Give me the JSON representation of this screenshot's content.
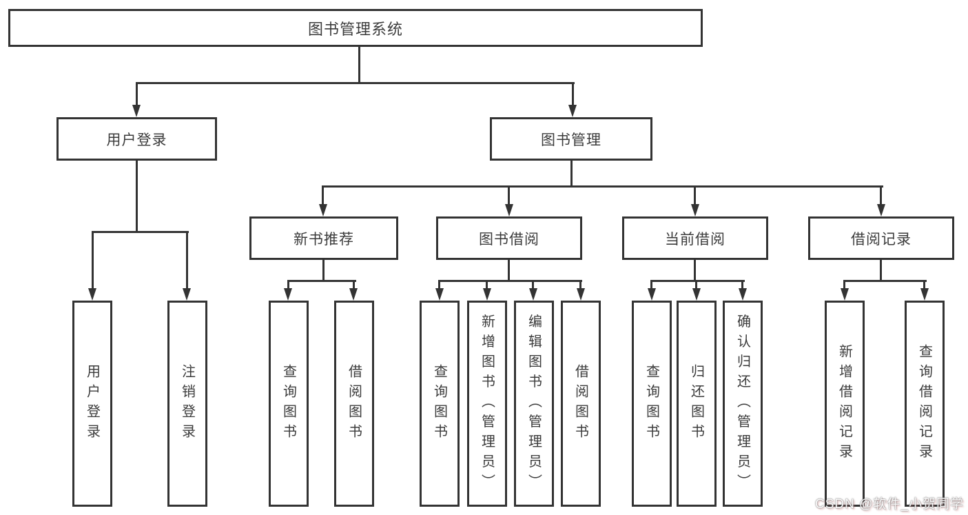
{
  "diagram": {
    "root": {
      "label": "图书管理系统"
    },
    "branches": [
      {
        "id": "user-login",
        "label": "用户登录",
        "children": [
          "用户登录",
          "注销登录"
        ]
      },
      {
        "id": "book-management",
        "label": "图书管理",
        "sections": [
          {
            "label": "新书推荐",
            "children": [
              "查询图书",
              "借阅图书"
            ]
          },
          {
            "label": "图书借阅",
            "children": [
              "查询图书",
              "新增图书（管理员）",
              "编辑图书（管理员）",
              "借阅图书"
            ]
          },
          {
            "label": "当前借阅",
            "children": [
              "查询图书",
              "归还图书",
              "确认归还（管理员）"
            ]
          },
          {
            "label": "借阅记录",
            "children": [
              "新增借阅记录",
              "查询借阅记录"
            ]
          }
        ]
      }
    ],
    "watermark": "CSDN @软件_小贺同学",
    "colors": {
      "line": "#333333",
      "text": "#3b3b3b",
      "background": "#ffffff"
    }
  }
}
